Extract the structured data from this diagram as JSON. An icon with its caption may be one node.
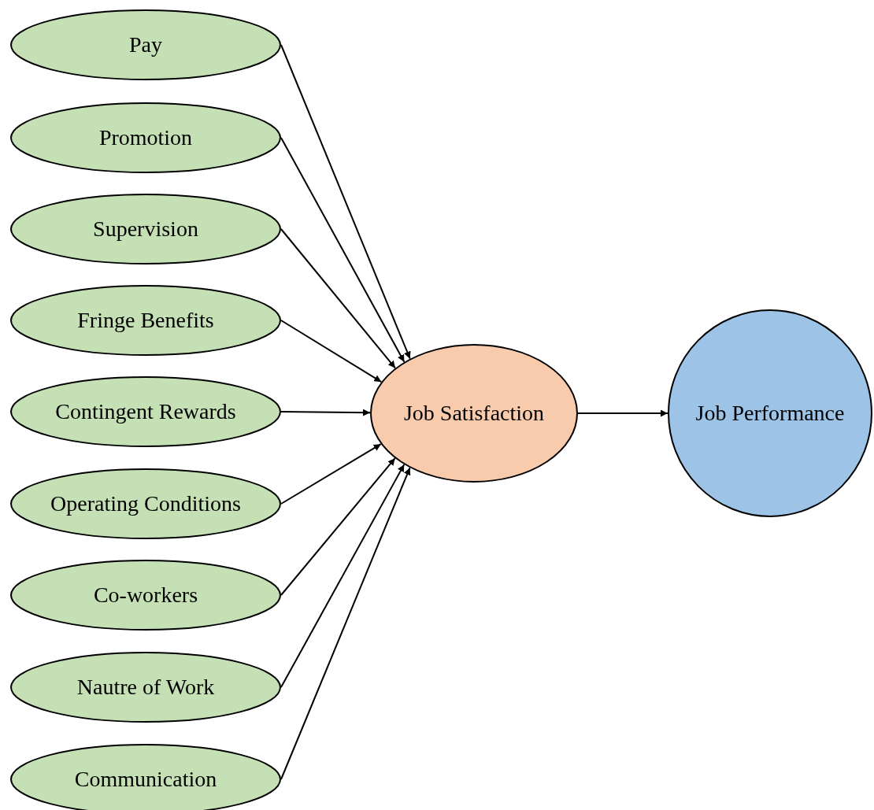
{
  "diagram": {
    "nodes": [
      {
        "text": [
          "Pay"
        ]
      },
      {
        "text": [
          "Promotion"
        ]
      },
      {
        "text": [
          "Supervision"
        ]
      },
      {
        "text": [
          "Fringe Benefits"
        ]
      },
      {
        "text": [
          "Contingent Rewards"
        ]
      },
      {
        "text": [
          "Operating Conditions"
        ]
      },
      {
        "text": [
          "Co-workers"
        ]
      },
      {
        "text": [
          "Nautre of Work"
        ]
      },
      {
        "text": [
          "Communication"
        ]
      },
      {
        "text": [
          "Job Satisfaction"
        ]
      },
      {
        "text": [
          "Job Performance"
        ]
      }
    ],
    "edges": [
      {
        "from": 0,
        "to": 9,
        "arrow": "to"
      },
      {
        "from": 1,
        "to": 9,
        "arrow": "to"
      },
      {
        "from": 2,
        "to": 9,
        "arrow": "to"
      },
      {
        "from": 3,
        "to": 9,
        "arrow": "to"
      },
      {
        "from": 4,
        "to": 9,
        "arrow": "to"
      },
      {
        "from": 5,
        "to": 9,
        "arrow": "to"
      },
      {
        "from": 6,
        "to": 9,
        "arrow": "to"
      },
      {
        "from": 7,
        "to": 9,
        "arrow": "to"
      },
      {
        "from": 8,
        "to": 9,
        "arrow": "to"
      },
      {
        "from": 9,
        "to": 10,
        "arrow": "to"
      }
    ]
  }
}
